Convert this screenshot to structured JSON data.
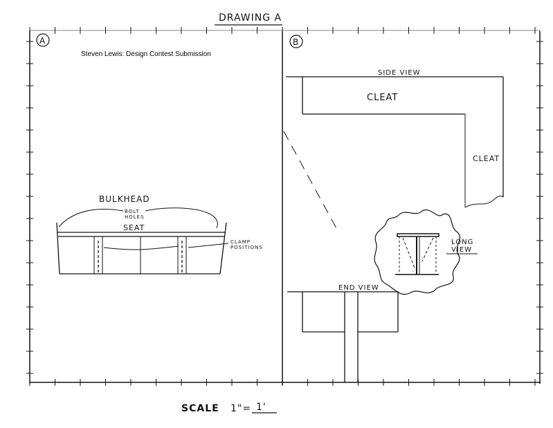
{
  "title": "DRAWING A",
  "panel_a": {
    "marker": "A",
    "caption": "Steven Lewis: Design Contest Submission",
    "bulkhead_label": "BULKHEAD",
    "bolt_label_1": "BOLT",
    "bolt_label_2": "HOLES",
    "seat_label": "SEAT",
    "clamp_label_1": "CLAMP",
    "clamp_label_2": "POSITIONS"
  },
  "panel_b": {
    "marker": "B",
    "side_view_label": "SIDE VIEW",
    "cleat_label_top": "CLEAT",
    "cleat_label_side": "CLEAT",
    "long_view_label_1": "LONG",
    "long_view_label_2": "VIEW",
    "end_view_label": "END VIEW"
  },
  "scale": {
    "label": "SCALE",
    "value_left": "1\"=",
    "value_right": "1'"
  }
}
